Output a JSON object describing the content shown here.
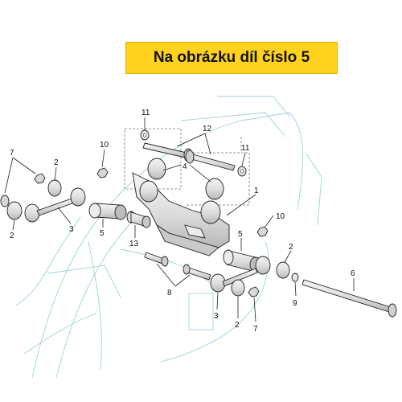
{
  "banner": {
    "text": "Na obrázku díl číslo 5",
    "color": "#ffd21f"
  },
  "colors": {
    "part_fill": "#e3e3e3",
    "part_shade": "#bdbdbd",
    "frame_line": "#9fd0dd",
    "ink": "#222222"
  },
  "callouts": {
    "c1": "1",
    "c2a": "2",
    "c2b": "2",
    "c2c": "2",
    "c2d": "2",
    "c3a": "3",
    "c3b": "3",
    "c4": "4",
    "c5a": "5",
    "c5b": "5",
    "c6": "6",
    "c7a": "7",
    "c7b": "7",
    "c8": "8",
    "c9": "9",
    "c10a": "10",
    "c10b": "10",
    "c11a": "11",
    "c11b": "11",
    "c12": "12",
    "c13": "13"
  }
}
